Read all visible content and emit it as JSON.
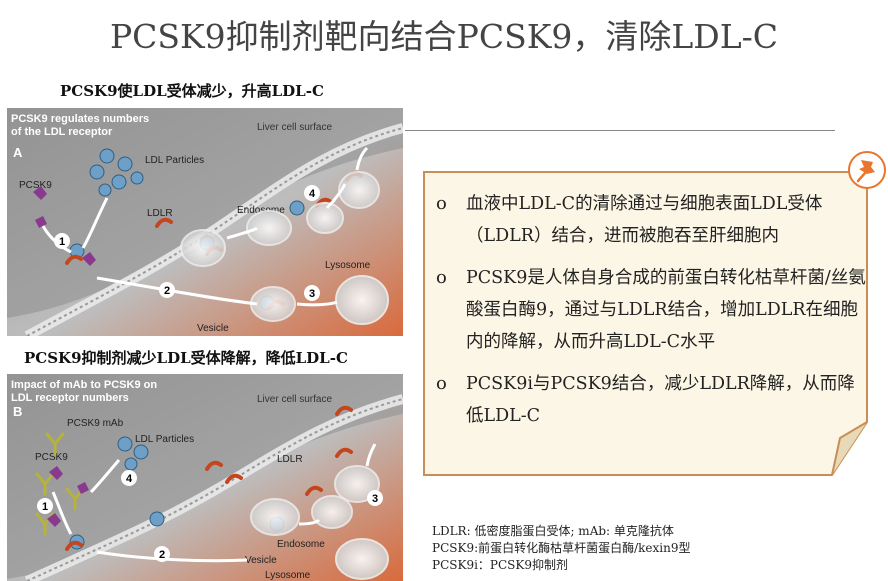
{
  "title": "PCSK9抑制剂靶向结合PCSK9，清除LDL-C",
  "subheading_top": "PCSK9使LDL受体减少，升高LDL-C",
  "subheading_bottom": "PCSK9抑制剂减少LDL受体降解，降低LDL-C",
  "figure_a": {
    "title_line1": "PCSK9 regulates numbers",
    "title_line2": "of the LDL receptor",
    "panel_letter": "A",
    "labels": {
      "liver": "Liver cell surface",
      "ldl_particles": "LDL Particles",
      "pcsk9": "PCSK9",
      "ldlr": "LDLR",
      "endosome": "Endosome",
      "lysosome": "Lysosome",
      "vesicle": "Vesicle"
    },
    "steps": [
      "1",
      "2",
      "3",
      "4"
    ]
  },
  "figure_b": {
    "title_line1": "Impact of mAb to PCSK9 on",
    "title_line2": "LDL receptor numbers",
    "panel_letter": "B",
    "labels": {
      "liver": "Liver cell surface",
      "mab": "PCSK9 mAb",
      "ldl_particles": "LDL Particles",
      "pcsk9": "PCSK9",
      "ldlr": "LDLR",
      "endosome": "Endosome",
      "vesicle": "Vesicle",
      "lysosome": "Lysosome"
    },
    "steps": [
      "1",
      "2",
      "3",
      "4"
    ]
  },
  "note": {
    "bullet_symbol": "o",
    "items": [
      "血液中LDL-C的清除通过与细胞表面LDL受体（LDLR）结合，进而被胞吞至肝细胞内",
      "PCSK9是人体自身合成的前蛋白转化枯草杆菌/丝氨酸蛋白酶9，通过与LDLR结合，增加LDLR在细胞内的降解，从而升高LDL-C水平",
      "PCSK9i与PCSK9结合，减少LDLR降解，从而降低LDL-C"
    ]
  },
  "legend": [
    "LDLR: 低密度脂蛋白受体; mAb: 单克隆抗体",
    "PCSK9:前蛋白转化酶枯草杆菌蛋白酶/kexin9型",
    "PCSK9i：PCSK9抑制剂"
  ],
  "colors": {
    "note_fill": "#fcf6e6",
    "note_border": "#c98e55",
    "pin": "#e8762d",
    "figure_bg": "#b9b9b9",
    "figure_warm": "#d2693f"
  },
  "icons": [
    "pushpin-icon"
  ]
}
